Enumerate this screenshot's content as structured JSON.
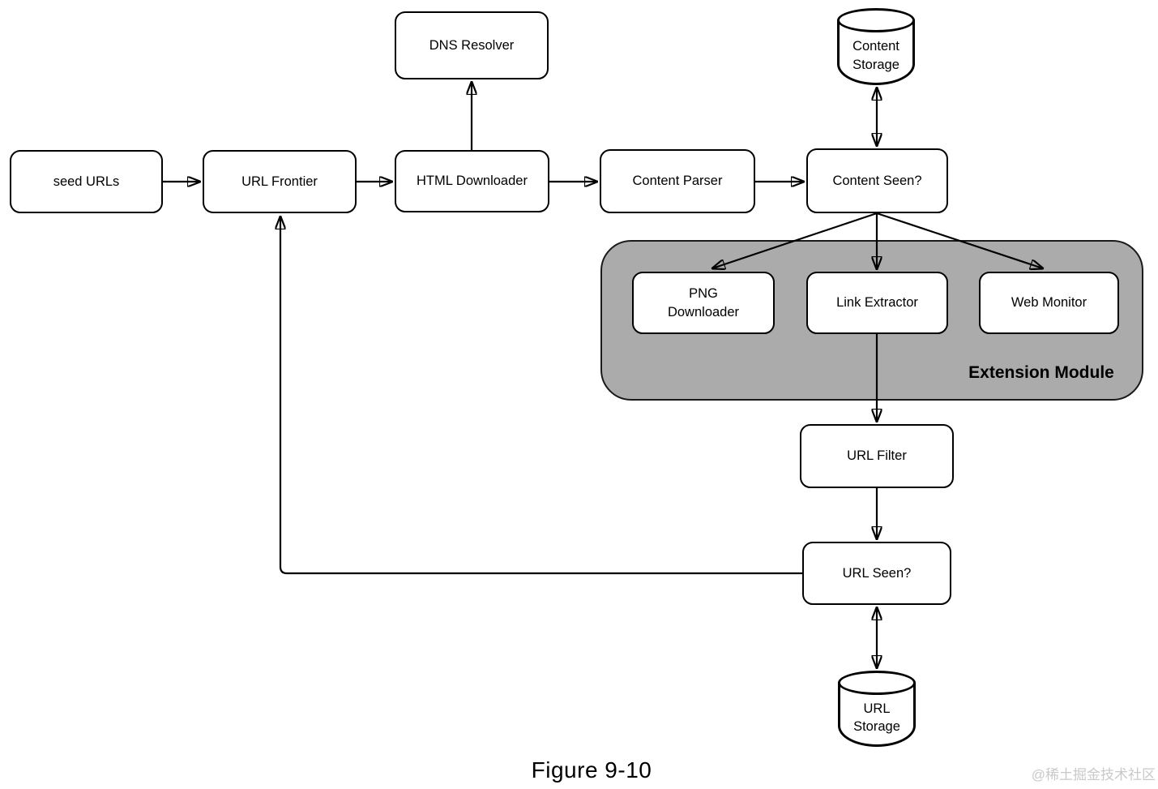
{
  "diagram": {
    "caption": "Figure 9-10",
    "watermark": "@稀土掘金技术社区",
    "extension_module_label": "Extension Module",
    "colors": {
      "stroke": "#000000",
      "box_fill": "#ffffff",
      "extension_module_fill": "#ababab",
      "watermark_text": "#c9c9c9"
    },
    "nodes": [
      {
        "id": "seed-urls",
        "type": "box",
        "label": "seed URLs"
      },
      {
        "id": "url-frontier",
        "type": "box",
        "label": "URL Frontier"
      },
      {
        "id": "dns-resolver",
        "type": "box",
        "label": "DNS Resolver"
      },
      {
        "id": "html-downloader",
        "type": "box",
        "label": "HTML Downloader"
      },
      {
        "id": "content-parser",
        "type": "box",
        "label": "Content Parser"
      },
      {
        "id": "content-seen",
        "type": "box",
        "label": "Content Seen?"
      },
      {
        "id": "content-storage",
        "type": "cylinder",
        "label": "Content\nStorage"
      },
      {
        "id": "png-downloader",
        "type": "box",
        "label": "PNG\nDownloader"
      },
      {
        "id": "link-extractor",
        "type": "box",
        "label": "Link Extractor"
      },
      {
        "id": "web-monitor",
        "type": "box",
        "label": "Web Monitor"
      },
      {
        "id": "url-filter",
        "type": "box",
        "label": "URL Filter"
      },
      {
        "id": "url-seen",
        "type": "box",
        "label": "URL Seen?"
      },
      {
        "id": "url-storage",
        "type": "cylinder",
        "label": "URL\nStorage"
      }
    ],
    "edges": [
      {
        "from": "seed URLs",
        "to": "URL Frontier",
        "type": "arrow"
      },
      {
        "from": "URL Frontier",
        "to": "HTML Downloader",
        "type": "arrow"
      },
      {
        "from": "HTML Downloader",
        "to": "DNS Resolver",
        "type": "arrow"
      },
      {
        "from": "HTML Downloader",
        "to": "Content Parser",
        "type": "arrow"
      },
      {
        "from": "Content Parser",
        "to": "Content Seen?",
        "type": "arrow"
      },
      {
        "from": "Content Seen?",
        "to": "Content Storage",
        "type": "bidirectional"
      },
      {
        "from": "Content Seen?",
        "to": "PNG Downloader",
        "type": "arrow"
      },
      {
        "from": "Content Seen?",
        "to": "Link Extractor",
        "type": "arrow"
      },
      {
        "from": "Content Seen?",
        "to": "Web Monitor",
        "type": "arrow"
      },
      {
        "from": "Link Extractor",
        "to": "URL Filter",
        "type": "arrow"
      },
      {
        "from": "URL Filter",
        "to": "URL Seen?",
        "type": "arrow"
      },
      {
        "from": "URL Seen?",
        "to": "URL Storage",
        "type": "bidirectional"
      },
      {
        "from": "URL Seen?",
        "to": "URL Frontier",
        "type": "arrow"
      }
    ]
  }
}
